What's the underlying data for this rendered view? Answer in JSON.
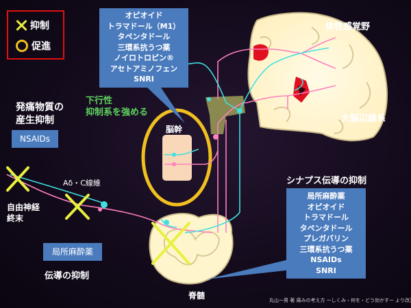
{
  "legend": {
    "inhibit_label": "抑制",
    "promote_label": "促進"
  },
  "top_drug_box": {
    "items": [
      "オピオイド",
      "トラマドール（M1）",
      "タペンタドール",
      "三環系抗うつ薬",
      "ノイロトロピン®",
      "アセトアミノフェン",
      "SNRI"
    ]
  },
  "descending_label": [
    "下行性",
    "抑制系を強める"
  ],
  "brainstem_label": "脳幹",
  "somatosensory_label": "体性感覚野",
  "limbic_label": "大脳辺縁系",
  "inflammation_heading": [
    "発痛物質の",
    "産生抑制"
  ],
  "nsaids_box": "NSAIDs",
  "fiber_label": "Aδ・C線維",
  "nerve_ending_label": [
    "自由神経",
    "終末"
  ],
  "local_anesthetic_box": "局所麻酔薬",
  "conduction_label": "伝導の抑制",
  "synapse_heading": "シナプス伝導の抑制",
  "synapse_drug_box": {
    "items": [
      "局所麻酔薬",
      "オピオイド",
      "トラマドール",
      "タペンタドール",
      "プレガバリン",
      "三環系抗うつ薬",
      "NSAIDs",
      "SNRI"
    ]
  },
  "spinal_label": "脊髄",
  "citation": "丸山一男 著 痛みの考え方 ーしくみ・何を・どう効かすー より改変",
  "colors": {
    "box_blue": "#4a7bbd",
    "legend_border": "#e01010",
    "inhibit_x": "#e8f040",
    "promote_circle": "#f0c020",
    "ascending_pathway": "#ff80c0",
    "descending_pathway": "#40e0e0",
    "brain_tissue": "#fff5cc",
    "brain_stem_tissue": "#f8d8b8",
    "descending_text": "#5ed25e",
    "olive_region": "#8a8a50"
  }
}
